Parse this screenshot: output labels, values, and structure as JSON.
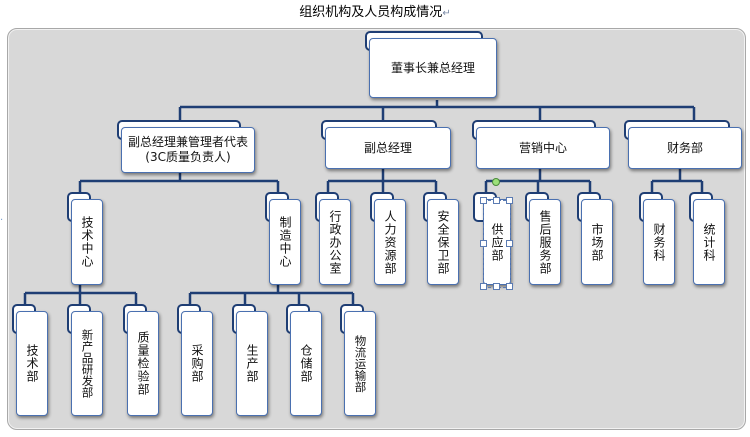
{
  "title": "组织机构及人员构成情况",
  "paragraph_mark": "↵",
  "line_color": "#1f3e74",
  "border_color": "#1f3e74",
  "canvas_color": "#d8d8d8",
  "nodes": {
    "ceo": "董事长兼总经理",
    "vp_quality": "副总经理兼管理者代表(3C质量负责人)",
    "vp": "副总经理",
    "marketing": "营销中心",
    "finance": "财务部",
    "tech_center": "技术中心",
    "mfg_center": "制造中心",
    "admin": "行政办公室",
    "hr": "人力资源部",
    "security": "安全保卫部",
    "supply": "供应部",
    "after_sales": "售后服务部",
    "market": "市场部",
    "finance_sec": "财务科",
    "stats": "统计科",
    "tech_dept": "技术部",
    "new_product": "新产品研发部",
    "qc": "质量检验部",
    "purchasing": "采购部",
    "production": "生产部",
    "storage": "仓储部",
    "logistics": "物流运输部"
  }
}
